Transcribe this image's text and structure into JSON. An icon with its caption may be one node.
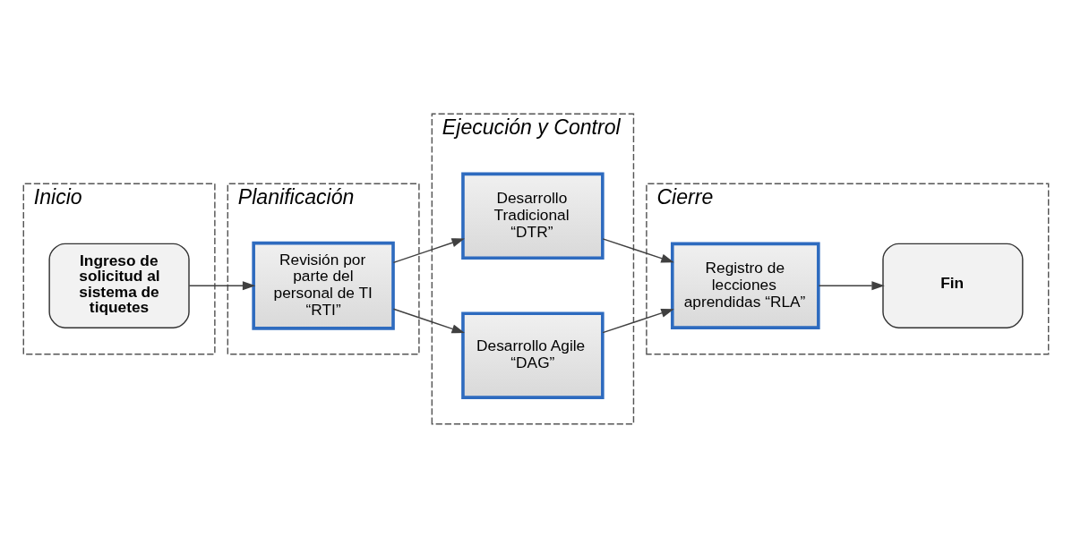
{
  "diagram": {
    "nodes": [
      {
        "text": [
          "Inicio"
        ]
      },
      {
        "text": [
          "Ingreso de solicitud al sistema de tiquetes"
        ],
        "in": 0
      },
      {
        "text": [
          "Planificación"
        ]
      },
      {
        "text": [
          "Revisión por parte del personal de TI “RTI”"
        ],
        "in": 2
      },
      {
        "text": [
          "Ejecución y Control"
        ]
      },
      {
        "text": [
          "Desarrollo Tradicional “DTR”"
        ],
        "in": 4
      },
      {
        "text": [
          "Desarrollo Agile “DAG”"
        ],
        "in": 4
      },
      {
        "text": [
          "Cierre"
        ]
      },
      {
        "text": [
          "Registro de lecciones aprendidas “RLA”"
        ],
        "in": 7
      },
      {
        "text": [
          "Fin"
        ],
        "in": 7
      }
    ],
    "edges": [
      {
        "from": 1,
        "to": 3,
        "arrow": "to"
      },
      {
        "from": 3,
        "to": 5,
        "arrow": "to"
      },
      {
        "from": 3,
        "to": 6,
        "arrow": "to"
      },
      {
        "from": 5,
        "to": 8,
        "arrow": "to"
      },
      {
        "from": 6,
        "to": 8,
        "arrow": "to"
      },
      {
        "from": 8,
        "to": 9,
        "arrow": "to"
      }
    ]
  }
}
